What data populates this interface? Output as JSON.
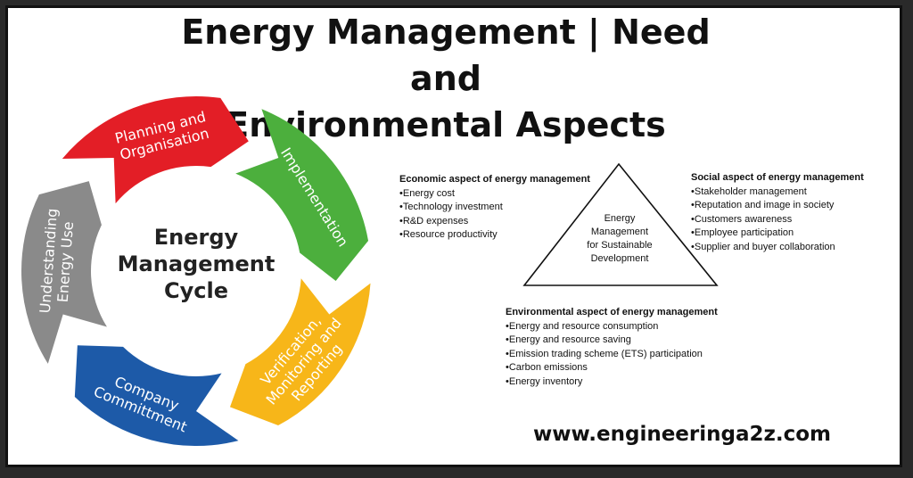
{
  "title": {
    "line1": "Energy Management | Need and",
    "line2": "Environmental Aspects"
  },
  "cycle": {
    "center": [
      "Energy",
      "Management",
      "Cycle"
    ],
    "segments": [
      {
        "lines": [
          "Planning and",
          "Organisation"
        ],
        "color": "#e31e26"
      },
      {
        "lines": [
          "Implementation"
        ],
        "color": "#4caf3d"
      },
      {
        "lines": [
          "Verification,",
          "Monitoring and",
          "Reporting"
        ],
        "color": "#f7b619"
      },
      {
        "lines": [
          "Company",
          "Committment"
        ],
        "color": "#1d5aa8"
      },
      {
        "lines": [
          "Understanding",
          "Energy Use"
        ],
        "color": "#8a8a8a"
      }
    ]
  },
  "triangle": {
    "label": [
      "Energy",
      "Management",
      "for Sustainable",
      "Development"
    ]
  },
  "aspects": {
    "economic": {
      "heading": "Economic aspect of energy management",
      "items": [
        "Energy cost",
        "Technology investment",
        "R&D expenses",
        "Resource productivity"
      ]
    },
    "social": {
      "heading": "Social aspect of energy management",
      "items": [
        "Stakeholder management",
        "Reputation and image in society",
        "Customers awareness",
        "Employee participation",
        "Supplier and buyer collaboration"
      ]
    },
    "environmental": {
      "heading": "Environmental aspect of energy management",
      "items": [
        "Energy and resource consumption",
        "Energy and resource saving",
        "Emission trading scheme (ETS) participation",
        "Carbon emissions",
        "Energy inventory"
      ]
    }
  },
  "website": "www.engineeringa2z.com"
}
